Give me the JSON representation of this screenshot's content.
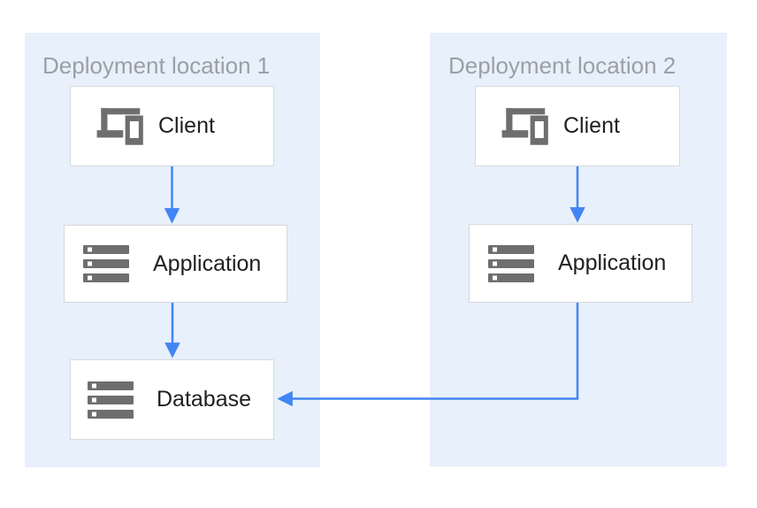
{
  "colors": {
    "page-bg": "#ffffff",
    "panel-bg": "#e8f0fb",
    "panel-label": "#9aa0a6",
    "node-bg": "#ffffff",
    "node-border": "#d7d9db",
    "node-label": "#212121",
    "icon-gray": "#6e6e6e",
    "arrow-blue": "#4285f4"
  },
  "panels": [
    {
      "label": "Deployment location 1",
      "nodes": [
        {
          "label": "Client",
          "icon": "devices-icon"
        },
        {
          "label": "Application",
          "icon": "server-stack-icon"
        },
        {
          "label": "Database",
          "icon": "server-stack-icon"
        }
      ]
    },
    {
      "label": "Deployment location 2",
      "nodes": [
        {
          "label": "Client",
          "icon": "devices-icon"
        },
        {
          "label": "Application",
          "icon": "server-stack-icon"
        }
      ]
    }
  ],
  "connections": [
    {
      "from": "location1-client",
      "to": "location1-application",
      "shape": "straight-down-arrow"
    },
    {
      "from": "location1-application",
      "to": "location1-database",
      "shape": "straight-down-arrow"
    },
    {
      "from": "location2-client",
      "to": "location2-application",
      "shape": "straight-down-arrow"
    },
    {
      "from": "location2-application",
      "to": "location1-database",
      "shape": "elbow-down-then-left-arrow"
    }
  ]
}
